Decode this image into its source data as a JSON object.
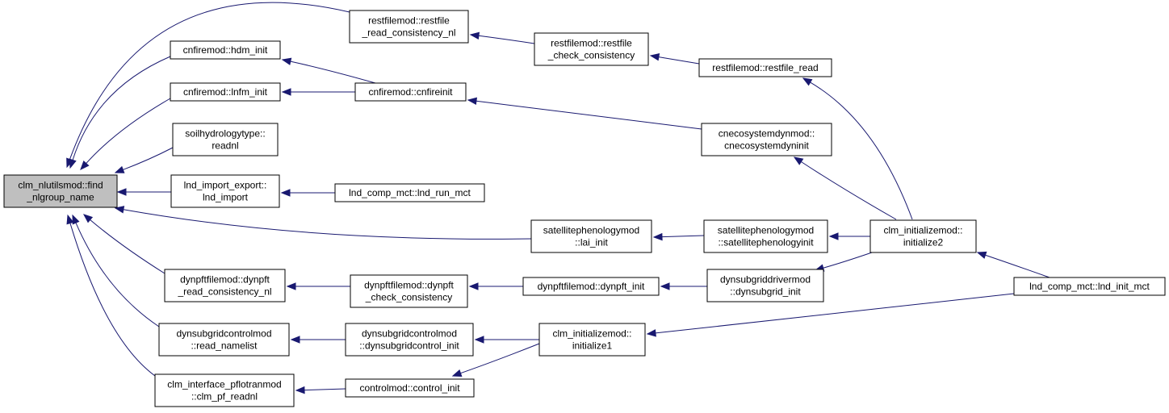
{
  "nodes": [
    {
      "id": "root",
      "lines": [
        "clm_nlutilsmod::find",
        "_nlgroup_name"
      ]
    },
    {
      "id": "restfile_read_consistency_nl",
      "lines": [
        "restfilemod::restfile",
        "_read_consistency_nl"
      ]
    },
    {
      "id": "hdm_init",
      "lines": [
        "cnfiremod::hdm_init"
      ]
    },
    {
      "id": "lnfm_init",
      "lines": [
        "cnfiremod::lnfm_init"
      ]
    },
    {
      "id": "soilhydrology_readnl",
      "lines": [
        "soilhydrologytype::",
        "readnl"
      ]
    },
    {
      "id": "lnd_import",
      "lines": [
        "lnd_import_export::",
        "lnd_import"
      ]
    },
    {
      "id": "dynpft_read_consistency_nl",
      "lines": [
        "dynpftfilemod::dynpft",
        "_read_consistency_nl"
      ]
    },
    {
      "id": "read_namelist",
      "lines": [
        "dynsubgridcontrolmod",
        "::read_namelist"
      ]
    },
    {
      "id": "clm_pf_readnl",
      "lines": [
        "clm_interface_pflotranmod",
        "::clm_pf_readnl"
      ]
    },
    {
      "id": "restfile_check_consistency",
      "lines": [
        "restfilemod::restfile",
        "_check_consistency"
      ]
    },
    {
      "id": "cnfireinit",
      "lines": [
        "cnfiremod::cnfireinit"
      ]
    },
    {
      "id": "lnd_run_mct",
      "lines": [
        "lnd_comp_mct::lnd_run_mct"
      ]
    },
    {
      "id": "lai_init",
      "lines": [
        "satellitephenologymod",
        "::lai_init"
      ]
    },
    {
      "id": "dynpft_check_consistency",
      "lines": [
        "dynpftfilemod::dynpft",
        "_check_consistency"
      ]
    },
    {
      "id": "dynsubgridcontrol_init",
      "lines": [
        "dynsubgridcontrolmod",
        "::dynsubgridcontrol_init"
      ]
    },
    {
      "id": "control_init",
      "lines": [
        "controlmod::control_init"
      ]
    },
    {
      "id": "restfile_read",
      "lines": [
        "restfilemod::restfile_read"
      ]
    },
    {
      "id": "cnecosystemdyninit",
      "lines": [
        "cnecosystemdynmod::",
        "cnecosystemdyninit"
      ]
    },
    {
      "id": "satellitephenologyinit",
      "lines": [
        "satellitephenologymod",
        "::satellitephenologyinit"
      ]
    },
    {
      "id": "dynpft_init",
      "lines": [
        "dynpftfilemod::dynpft_init"
      ]
    },
    {
      "id": "dynsubgrid_init",
      "lines": [
        "dynsubgriddrivermod",
        "::dynsubgrid_init"
      ]
    },
    {
      "id": "initialize1",
      "lines": [
        "clm_initializemod::",
        "initialize1"
      ]
    },
    {
      "id": "initialize2",
      "lines": [
        "clm_initializemod::",
        "initialize2"
      ]
    },
    {
      "id": "lnd_init_mct",
      "lines": [
        "lnd_comp_mct::lnd_init_mct"
      ]
    }
  ],
  "edges": [
    {
      "from": "restfile_read_consistency_nl",
      "to": "root"
    },
    {
      "from": "hdm_init",
      "to": "root"
    },
    {
      "from": "lnfm_init",
      "to": "root"
    },
    {
      "from": "soilhydrology_readnl",
      "to": "root"
    },
    {
      "from": "lnd_import",
      "to": "root"
    },
    {
      "from": "lai_init",
      "to": "root"
    },
    {
      "from": "dynpft_read_consistency_nl",
      "to": "root"
    },
    {
      "from": "read_namelist",
      "to": "root"
    },
    {
      "from": "clm_pf_readnl",
      "to": "root"
    },
    {
      "from": "restfile_check_consistency",
      "to": "restfile_read_consistency_nl"
    },
    {
      "from": "cnfireinit",
      "to": "hdm_init"
    },
    {
      "from": "cnfireinit",
      "to": "lnfm_init"
    },
    {
      "from": "lnd_run_mct",
      "to": "lnd_import"
    },
    {
      "from": "dynpft_check_consistency",
      "to": "dynpft_read_consistency_nl"
    },
    {
      "from": "dynsubgridcontrol_init",
      "to": "read_namelist"
    },
    {
      "from": "control_init",
      "to": "clm_pf_readnl"
    },
    {
      "from": "restfile_read",
      "to": "restfile_check_consistency"
    },
    {
      "from": "cnecosystemdyninit",
      "to": "cnfireinit"
    },
    {
      "from": "satellitephenologyinit",
      "to": "lai_init"
    },
    {
      "from": "dynpft_init",
      "to": "dynpft_check_consistency"
    },
    {
      "from": "initialize1",
      "to": "dynsubgridcontrol_init"
    },
    {
      "from": "initialize1",
      "to": "control_init"
    },
    {
      "from": "dynsubgrid_init",
      "to": "dynpft_init"
    },
    {
      "from": "initialize2",
      "to": "restfile_read"
    },
    {
      "from": "initialize2",
      "to": "cnecosystemdyninit"
    },
    {
      "from": "initialize2",
      "to": "satellitephenologyinit"
    },
    {
      "from": "initialize2",
      "to": "dynsubgrid_init"
    },
    {
      "from": "lnd_init_mct",
      "to": "initialize2"
    },
    {
      "from": "lnd_init_mct",
      "to": "initialize1"
    }
  ],
  "colors": {
    "edge": "#191970",
    "root_fill": "#bfbfbf",
    "node_fill": "#ffffff",
    "border": "#000000"
  }
}
